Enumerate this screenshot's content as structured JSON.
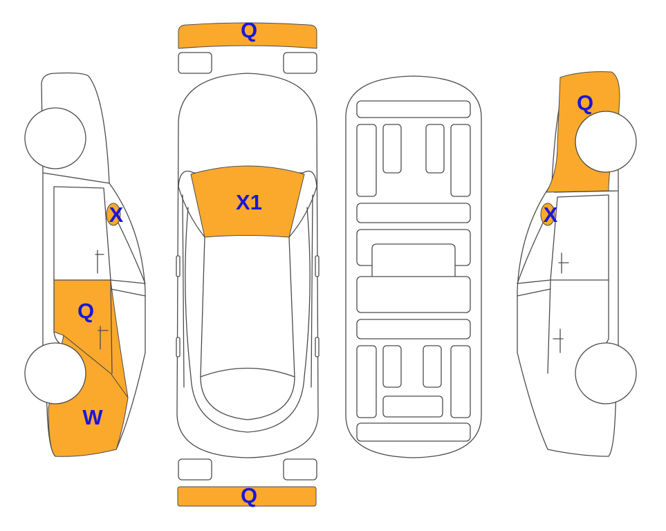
{
  "damage_color": "#FBA92C",
  "label_color": "#1B17D6",
  "outline_color": "#4A4A4A",
  "labels": {
    "front_bumper": "Q",
    "rear_bumper": "Q",
    "windshield": "X1",
    "left_mirror": "X",
    "left_rear_door": "Q",
    "left_rear_quarter": "W",
    "right_front_fender": "Q",
    "right_mirror": "X"
  }
}
